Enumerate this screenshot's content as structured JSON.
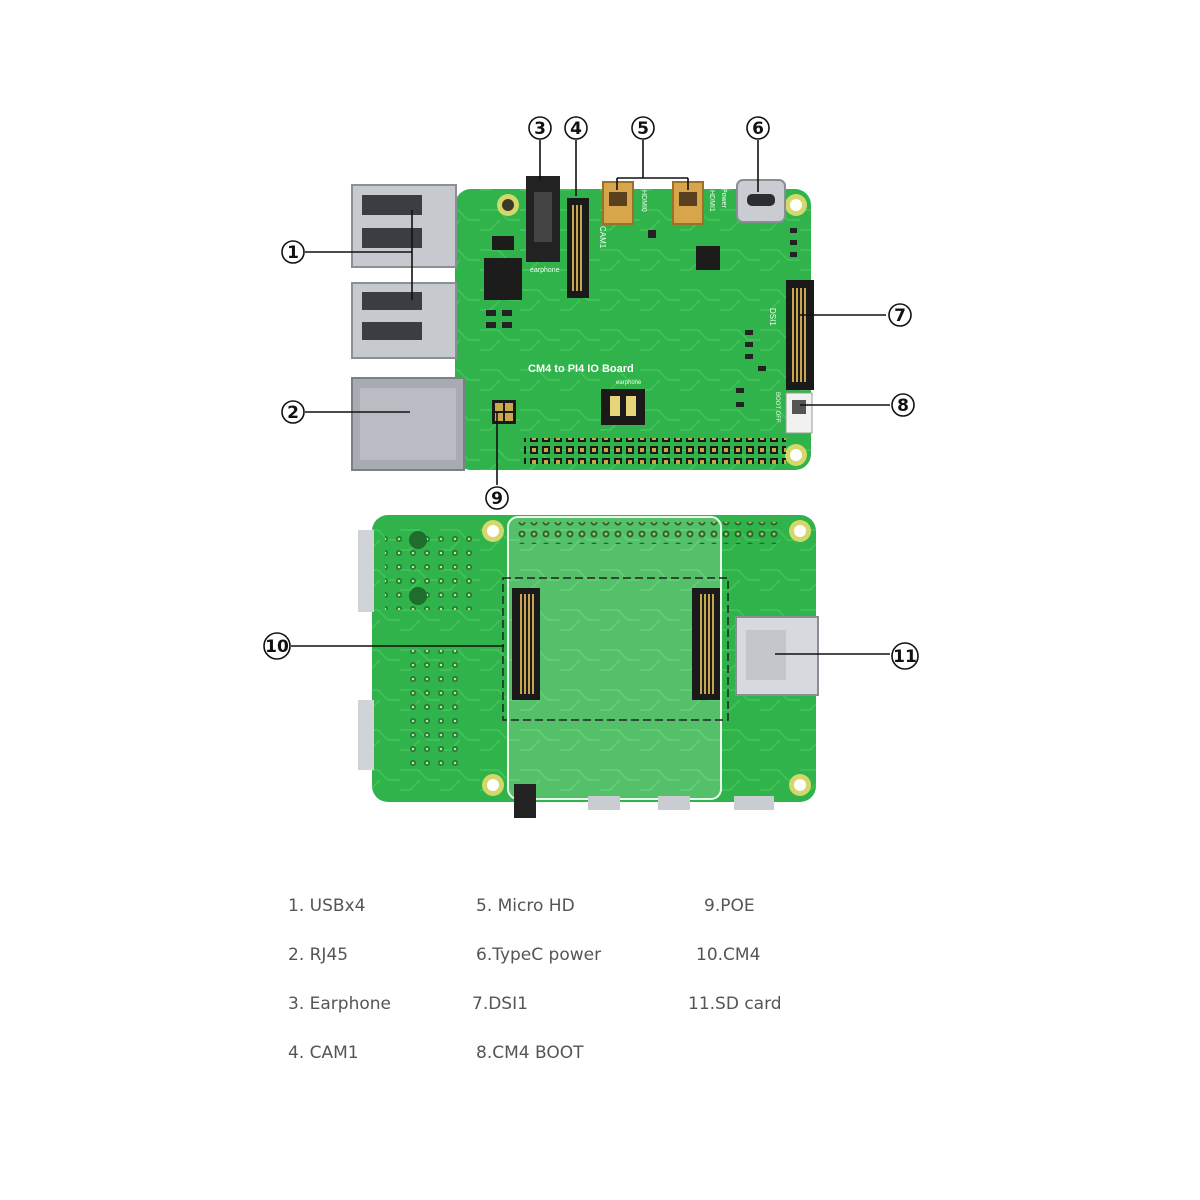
{
  "board": {
    "title": "CM4 to PI4 IO Board",
    "silkscreen": {
      "earphone": "earphone",
      "cam1": "CAM1",
      "hdmi0": "HDMI0",
      "hdmi1": "HDMI1",
      "power": "Power",
      "dsi1": "DSI1",
      "boot": "BOOT OFF"
    }
  },
  "callouts": [
    "1",
    "2",
    "3",
    "4",
    "5",
    "6",
    "7",
    "8",
    "9",
    "10",
    "11"
  ],
  "legend": {
    "col1": [
      "1. USBx4",
      "2. RJ45",
      "3. Earphone",
      "4. CAM1"
    ],
    "col2": [
      "5. Micro HD",
      "6.TypeC power",
      "7.DSI1",
      "8.CM4 BOOT"
    ],
    "col3": [
      "9.POE",
      "10.CM4",
      "11.SD card"
    ]
  },
  "colors": {
    "pcb": "#2fb34a",
    "pcb_dark": "#1f8a36",
    "trace": "#49c95f",
    "metal": "#bfc3c8",
    "black": "#1a1a1a",
    "gold": "#d8a64a"
  }
}
